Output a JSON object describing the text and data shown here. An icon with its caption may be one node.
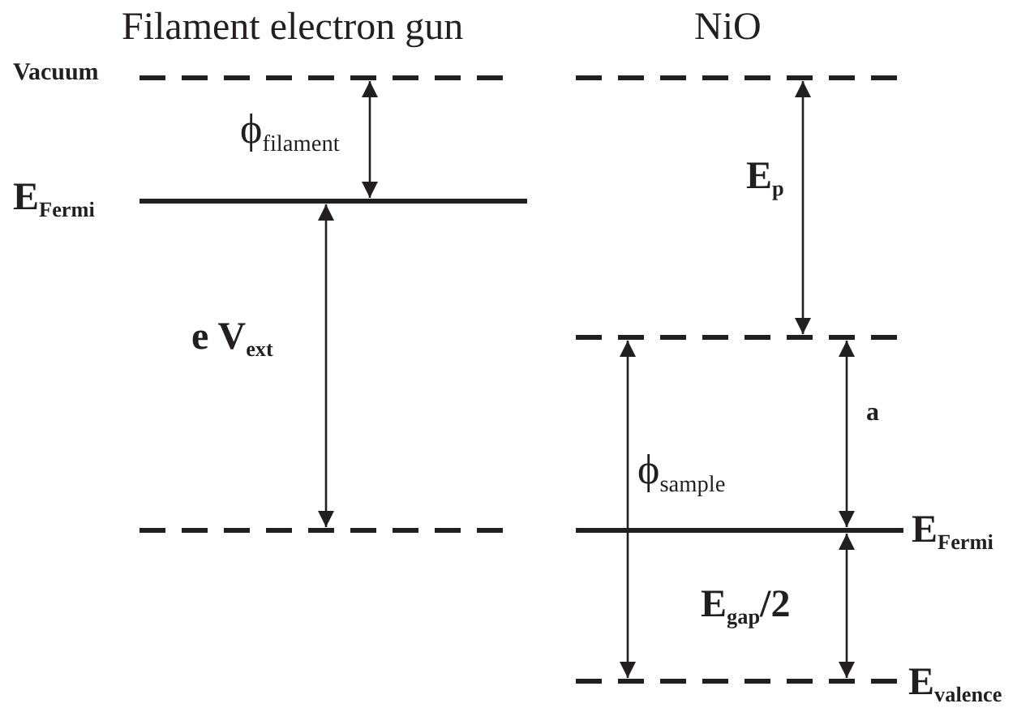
{
  "diagram": {
    "labels": [
      "Filament electron gun",
      "NiO",
      "Vacuum",
      "ϕ$_{filament}$",
      "E$_{Fermi}$",
      "E$_{p}$",
      "e V$_{ext}$",
      "a",
      "ϕ$_{sample}$",
      "E$_{Fermi}$",
      "E$_{gap}$/2",
      "E$_{valence}$"
    ]
  }
}
